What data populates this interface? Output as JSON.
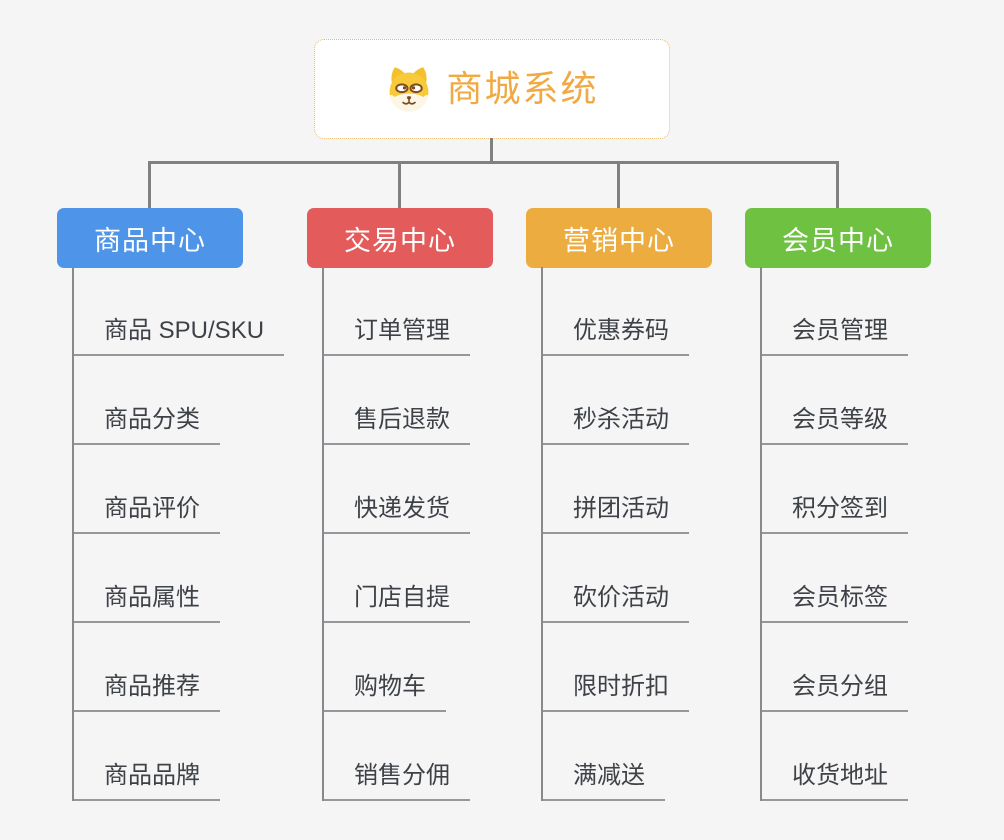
{
  "app": {
    "background_color": "#f5f5f6",
    "connector_color": "#808080",
    "leaf_line_color": "#95989b",
    "leaf_text_color": "#3e4247"
  },
  "root": {
    "title": "商城系统",
    "icon": "shiba-dog-icon",
    "text_color": "#f0a943",
    "border_color": "#efb65e",
    "background": "#ffffff"
  },
  "branches": [
    {
      "label": "商品中心",
      "color": "#4e95e9",
      "children": [
        "商品 SPU/SKU",
        "商品分类",
        "商品评价",
        "商品属性",
        "商品推荐",
        "商品品牌"
      ]
    },
    {
      "label": "交易中心",
      "color": "#e45b5b",
      "children": [
        "订单管理",
        "售后退款",
        "快递发货",
        "门店自提",
        "购物车",
        "销售分佣"
      ]
    },
    {
      "label": "营销中心",
      "color": "#ecac40",
      "children": [
        "优惠券码",
        "秒杀活动",
        "拼团活动",
        "砍价活动",
        "限时折扣",
        "满减送"
      ]
    },
    {
      "label": "会员中心",
      "color": "#6fc142",
      "children": [
        "会员管理",
        "会员等级",
        "积分签到",
        "会员标签",
        "会员分组",
        "收货地址"
      ]
    }
  ]
}
